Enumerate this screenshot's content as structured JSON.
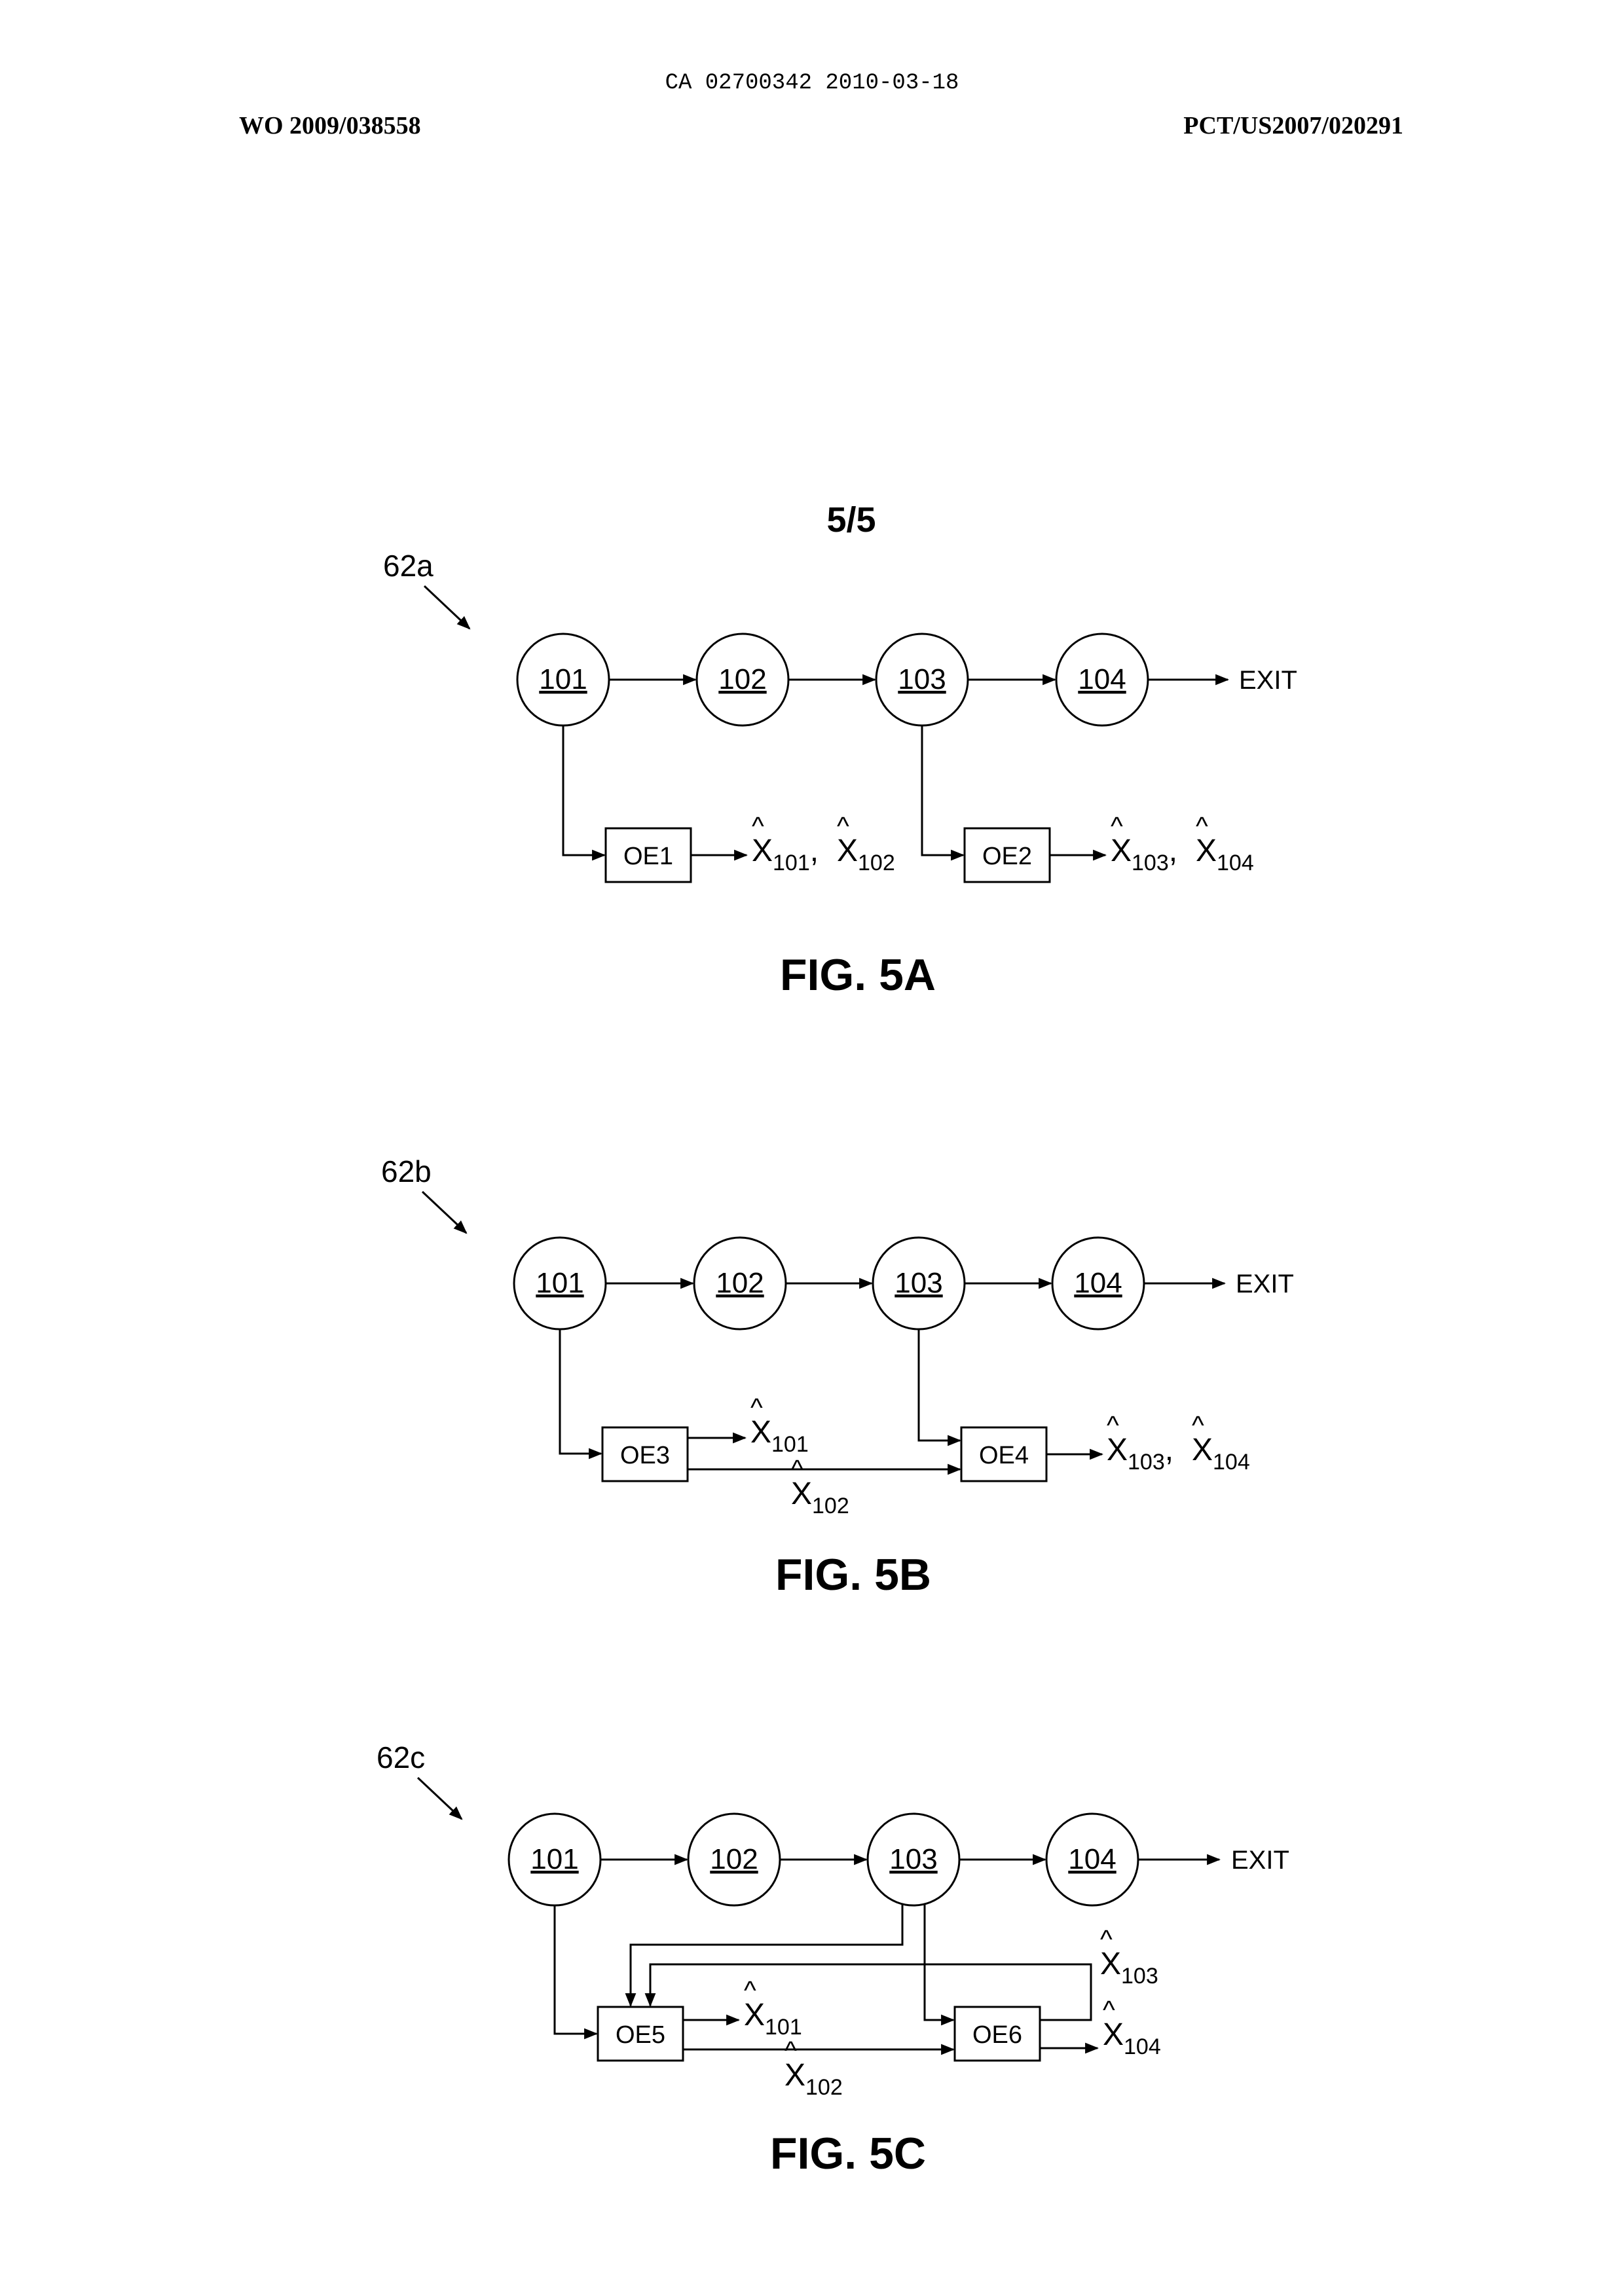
{
  "header": {
    "doc_id": "CA 02700342 2010-03-18",
    "wo_number": "WO 2009/038558",
    "pct_number": "PCT/US2007/020291"
  },
  "sheet": "5/5",
  "node_labels": [
    "101",
    "102",
    "103",
    "104"
  ],
  "exit_label": "EXIT",
  "estimate_symbol": "X",
  "figures": [
    {
      "ref": "62a",
      "caption": "FIG. 5A",
      "boxes": [
        "OE1",
        "OE2"
      ],
      "outputs": {
        "oe1": [
          "101",
          "102"
        ],
        "oe2": [
          "103",
          "104"
        ]
      }
    },
    {
      "ref": "62b",
      "caption": "FIG. 5B",
      "boxes": [
        "OE3",
        "OE4"
      ],
      "outputs": {
        "oe3": "101",
        "oe3_to_oe4": "102",
        "oe4": [
          "103",
          "104"
        ]
      }
    },
    {
      "ref": "62c",
      "caption": "FIG. 5C",
      "boxes": [
        "OE5",
        "OE6"
      ],
      "outputs": {
        "oe5": "101",
        "oe5_to_oe6": "102",
        "oe6_feedback": "103",
        "oe6": "104"
      }
    }
  ]
}
